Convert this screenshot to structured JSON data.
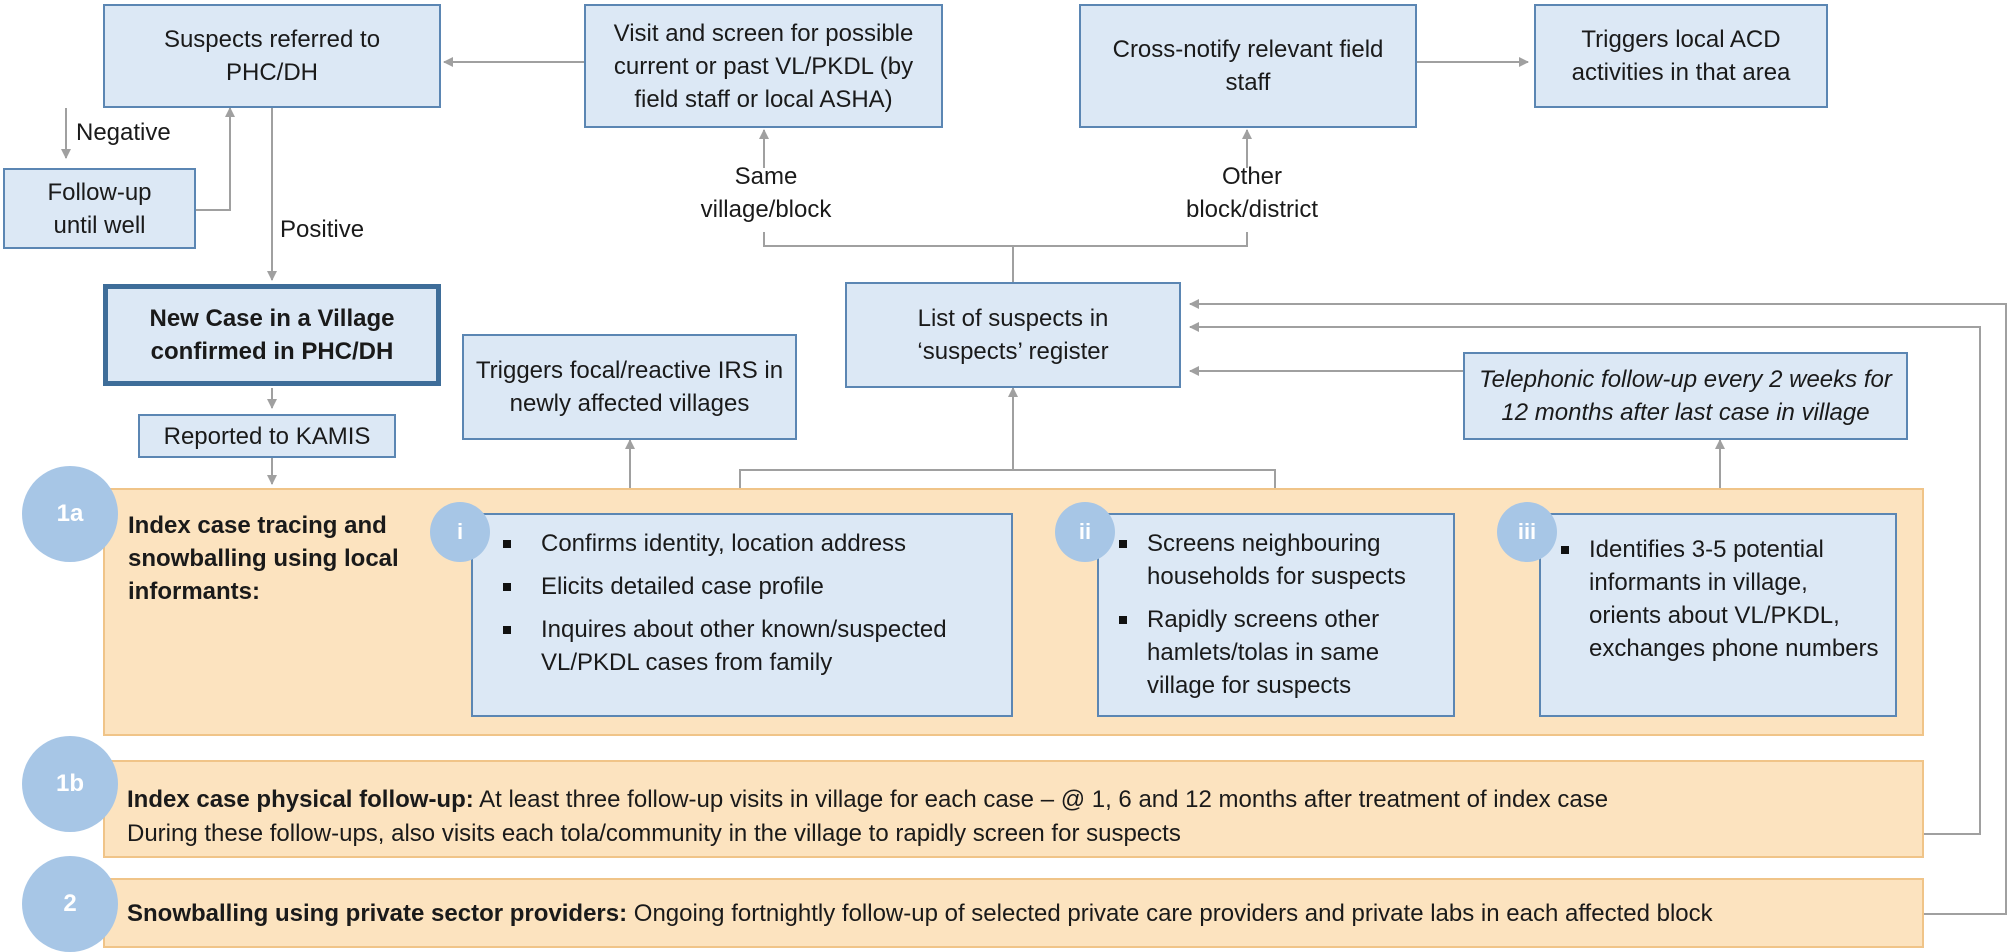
{
  "boxes": {
    "suspects_referred": "Suspects referred to PHC/DH",
    "visit_screen": "Visit and screen for possible current or past VL/PKDL (by field staff or local ASHA)",
    "cross_notify": "Cross-notify relevant field staff",
    "triggers_acd": "Triggers local ACD activities in that area",
    "follow_up_until_well": "Follow-up until well",
    "new_case": "New Case in a Village confirmed in PHC/DH",
    "reported_kamis": "Reported to KAMIS",
    "triggers_irs": "Triggers focal/reactive IRS in newly affected villages",
    "list_suspects": "List of suspects in ‘suspects’ register",
    "telephonic": "Telephonic follow-up every 2 weeks for 12 months after last case in village"
  },
  "labels": {
    "negative": "Negative",
    "positive": "Positive",
    "same_village": "Same village/block",
    "other_block": "Other block/district"
  },
  "section_1a": {
    "badge": "1a",
    "title": "Index case tracing and snowballing using local informants:",
    "sub_i": {
      "badge": "i",
      "items": [
        "Confirms identity, location address",
        "Elicits detailed case profile",
        "Inquires about other known/suspected VL/PKDL cases from family"
      ]
    },
    "sub_ii": {
      "badge": "ii",
      "items": [
        "Screens neighbouring households for suspects",
        "Rapidly screens other hamlets/tolas in same village for suspects"
      ]
    },
    "sub_iii": {
      "badge": "iii",
      "items": [
        "Identifies 3-5 potential informants in village, orients about VL/PKDL, exchanges phone numbers"
      ]
    }
  },
  "section_1b": {
    "badge": "1b",
    "bold": "Index case physical follow-up:",
    "line1": "At least three follow-up visits in village for each case – @ 1, 6 and 12 months after treatment of index case",
    "line2": "During these follow-ups, also visits each tola/community in the village to rapidly screen for suspects"
  },
  "section_2": {
    "badge": "2",
    "bold": "Snowballing using private sector providers:",
    "text": "Ongoing fortnightly follow-up of selected private care providers and private labs in each affected block"
  },
  "colors": {
    "box_fill": "#dce8f5",
    "box_border": "#5b86b3",
    "panel_fill": "#fce3bf",
    "panel_border": "#f0c488",
    "badge": "#a7c6e6",
    "connector": "#a0a0a0"
  }
}
